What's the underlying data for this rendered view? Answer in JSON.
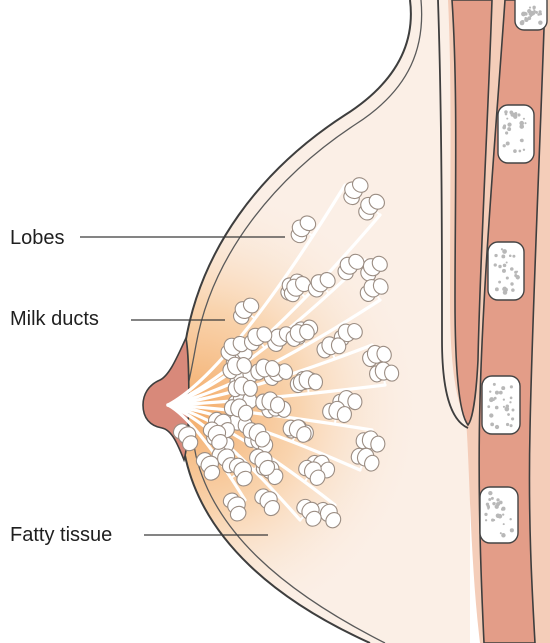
{
  "labels": {
    "lobes": "Lobes",
    "milk_ducts": "Milk ducts",
    "fatty_tissue": "Fatty tissue"
  },
  "colors": {
    "skin": "#fbefe6",
    "skin_outline": "#3e3e3e",
    "glandular_glow": "#f6b87a",
    "nipple": "#d8897a",
    "muscle": "#e39d88",
    "chest_wall": "#f2c7b3",
    "rib": "#ffffff",
    "lobe_fill": "#ffffff"
  }
}
